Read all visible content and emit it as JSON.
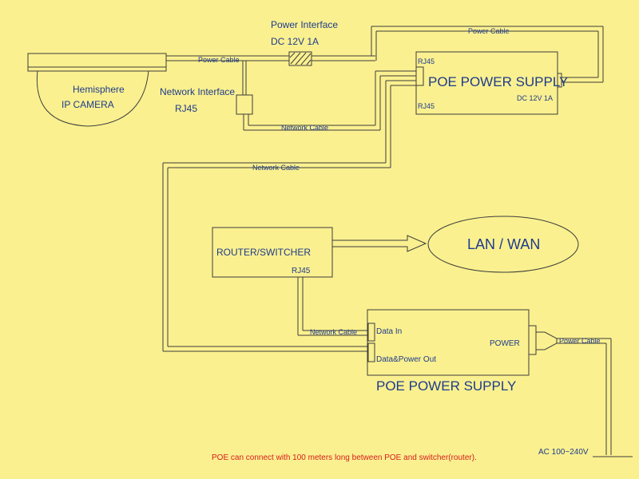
{
  "labels": {
    "power_interface": "Power Interface",
    "dc_power": "DC 12V 1A",
    "camera_line1": "Hemisphere",
    "camera_line2": "IP CAMERA",
    "network_interface": "Network Interface",
    "camera_rj45": "RJ45",
    "power_cable_camera": "Power Cable",
    "power_cable_top": "Power Cable",
    "network_cable_camera": "Network Cable",
    "network_cable_long": "Network Cable",
    "poe_top_title": "POE POWER SUPPLY",
    "poe_top_rj45_in": "RJ45",
    "poe_top_rj45_out": "RJ45",
    "poe_top_dc": "DC 12V 1A",
    "router": "ROUTER/SWITCHER",
    "router_rj45": "RJ45",
    "lan_wan": "LAN / WAN",
    "network_cable_router": "Network Cable",
    "data_in": "Data In",
    "data_power_out": "Data&Power Out",
    "power_port": "POWER",
    "power_cable_mains": "Power Cable",
    "poe_bottom_title": "POE POWER SUPPLY",
    "ac_input": "AC 100~240V",
    "footnote": "POE can connect with 100 meters long between POE and switcher(router)."
  }
}
